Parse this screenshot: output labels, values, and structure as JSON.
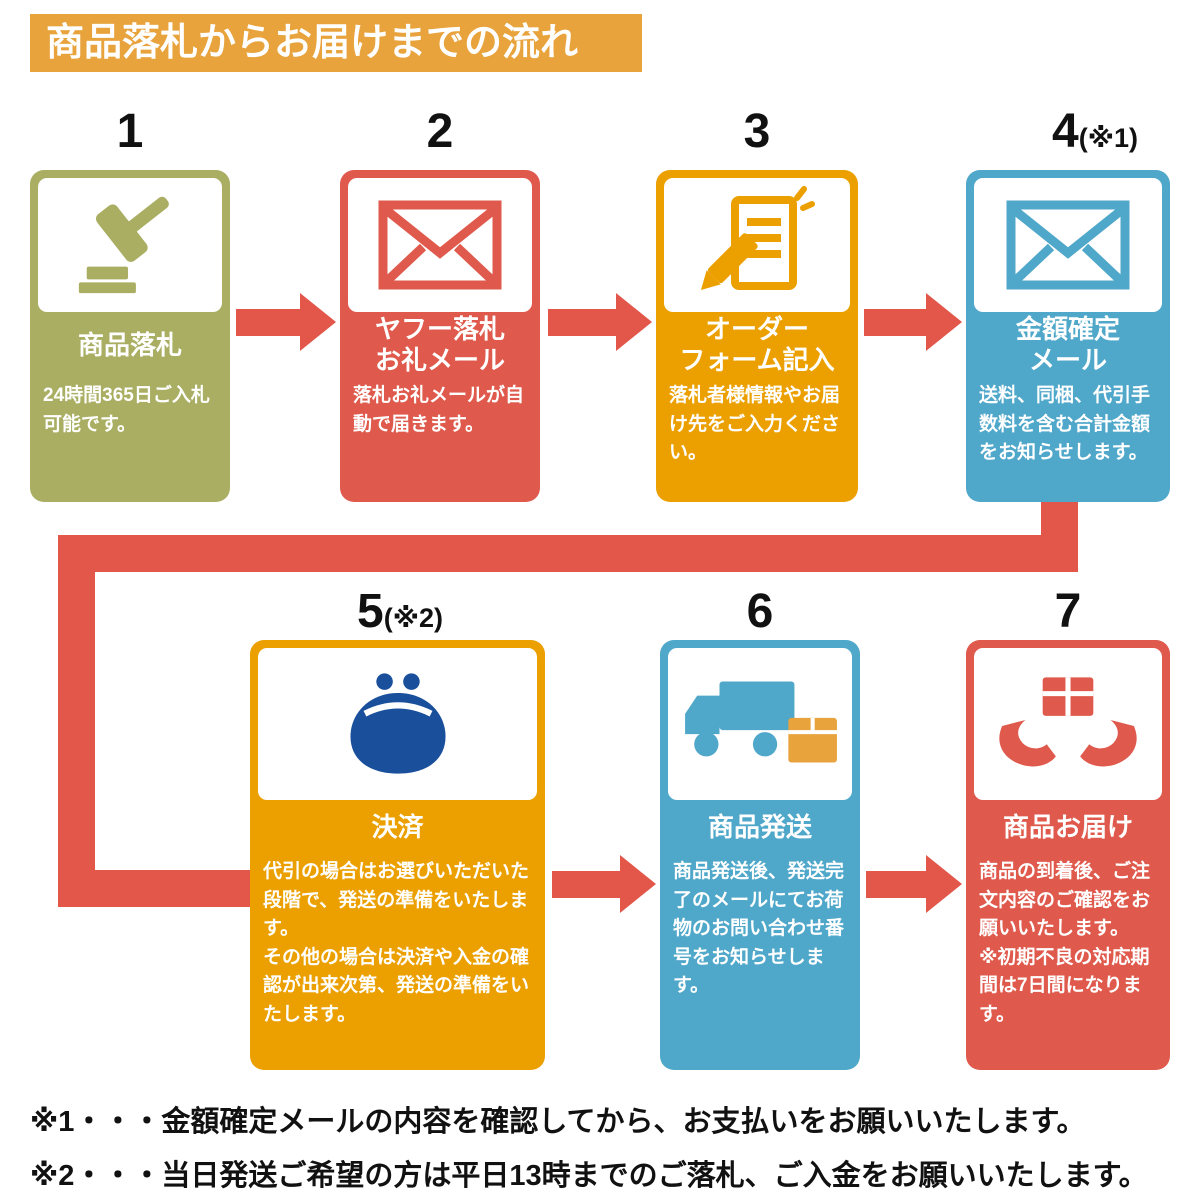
{
  "header": {
    "title": "商品落札からお届けまでの流れ"
  },
  "colors": {
    "banner": "#E8A33C",
    "olive": "#A9AE62",
    "red": "#DF5A4C",
    "orange": "#EBA000",
    "blue": "#4FA7CA",
    "navy_purse": "#1A4F9C",
    "arrow": "#E2574A",
    "package_orange": "#E8A33C"
  },
  "steps": [
    {
      "number": "1",
      "suffix": "",
      "title": "商品落札",
      "description": "24時間365日ご入札可能です。",
      "icon": "gavel-icon",
      "color": "#A9AE62"
    },
    {
      "number": "2",
      "suffix": "",
      "title": "ヤフー落札\nお礼メール",
      "description": "落札お礼メールが自動で届きます。",
      "icon": "mail-icon",
      "color": "#DF5A4C"
    },
    {
      "number": "3",
      "suffix": "",
      "title": "オーダー\nフォーム記入",
      "description": "落札者様情報やお届け先をご入力ください。",
      "icon": "order-form-icon",
      "color": "#EBA000"
    },
    {
      "number": "4",
      "suffix": "(※1)",
      "title": "金額確定\nメール",
      "description": "送料、同梱、代引手数料を含む合計金額をお知らせします。",
      "icon": "mail-icon",
      "color": "#4FA7CA"
    },
    {
      "number": "5",
      "suffix": "(※2)",
      "title": "決済",
      "description": "代引の場合はお選びいただいた段階で、発送の準備をいたします。\nその他の場合は決済や入金の確認が出来次第、発送の準備をいたします。",
      "icon": "purse-icon",
      "color": "#EBA000"
    },
    {
      "number": "6",
      "suffix": "",
      "title": "商品発送",
      "description": "商品発送後、発送完了のメールにてお荷物のお問い合わせ番号をお知らせします。",
      "icon": "truck-icon",
      "color": "#4FA7CA"
    },
    {
      "number": "7",
      "suffix": "",
      "title": "商品お届け",
      "description": "商品の到着後、ご注文内容のご確認をお願いいたします。\n※初期不良の対応期間は7日間になります。",
      "icon": "delivery-hands-icon",
      "color": "#DF5A4C"
    }
  ],
  "footnotes": [
    "※1・・・金額確定メールの内容を確認してから、お支払いをお願いいたします。",
    "※2・・・当日発送ご希望の方は平日13時までのご落札、ご入金をお願いいたします。"
  ]
}
